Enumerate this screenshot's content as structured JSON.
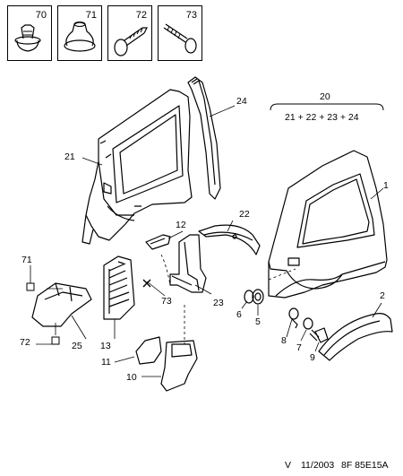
{
  "fasteners": [
    {
      "num": "70",
      "icon": "pin-clip-icon"
    },
    {
      "num": "71",
      "icon": "push-rivet-icon"
    },
    {
      "num": "72",
      "icon": "expansion-clip-icon"
    },
    {
      "num": "73",
      "icon": "tapping-screw-icon"
    }
  ],
  "formula": {
    "top": "20",
    "bottom": "21 + 22 + 23 + 24"
  },
  "callouts": {
    "c1": "1",
    "c2": "2",
    "c5": "5",
    "c6": "6",
    "c7": "7",
    "c8": "8",
    "c9": "9",
    "c10": "10",
    "c11": "11",
    "c12": "12",
    "c13": "13",
    "c21": "21",
    "c22": "22",
    "c23": "23",
    "c24": "24",
    "c25": "25",
    "c71": "71",
    "c72": "72",
    "c73": "73"
  },
  "footer": {
    "version": "V",
    "date": "11/2003",
    "ref": "8F 85E15A"
  }
}
